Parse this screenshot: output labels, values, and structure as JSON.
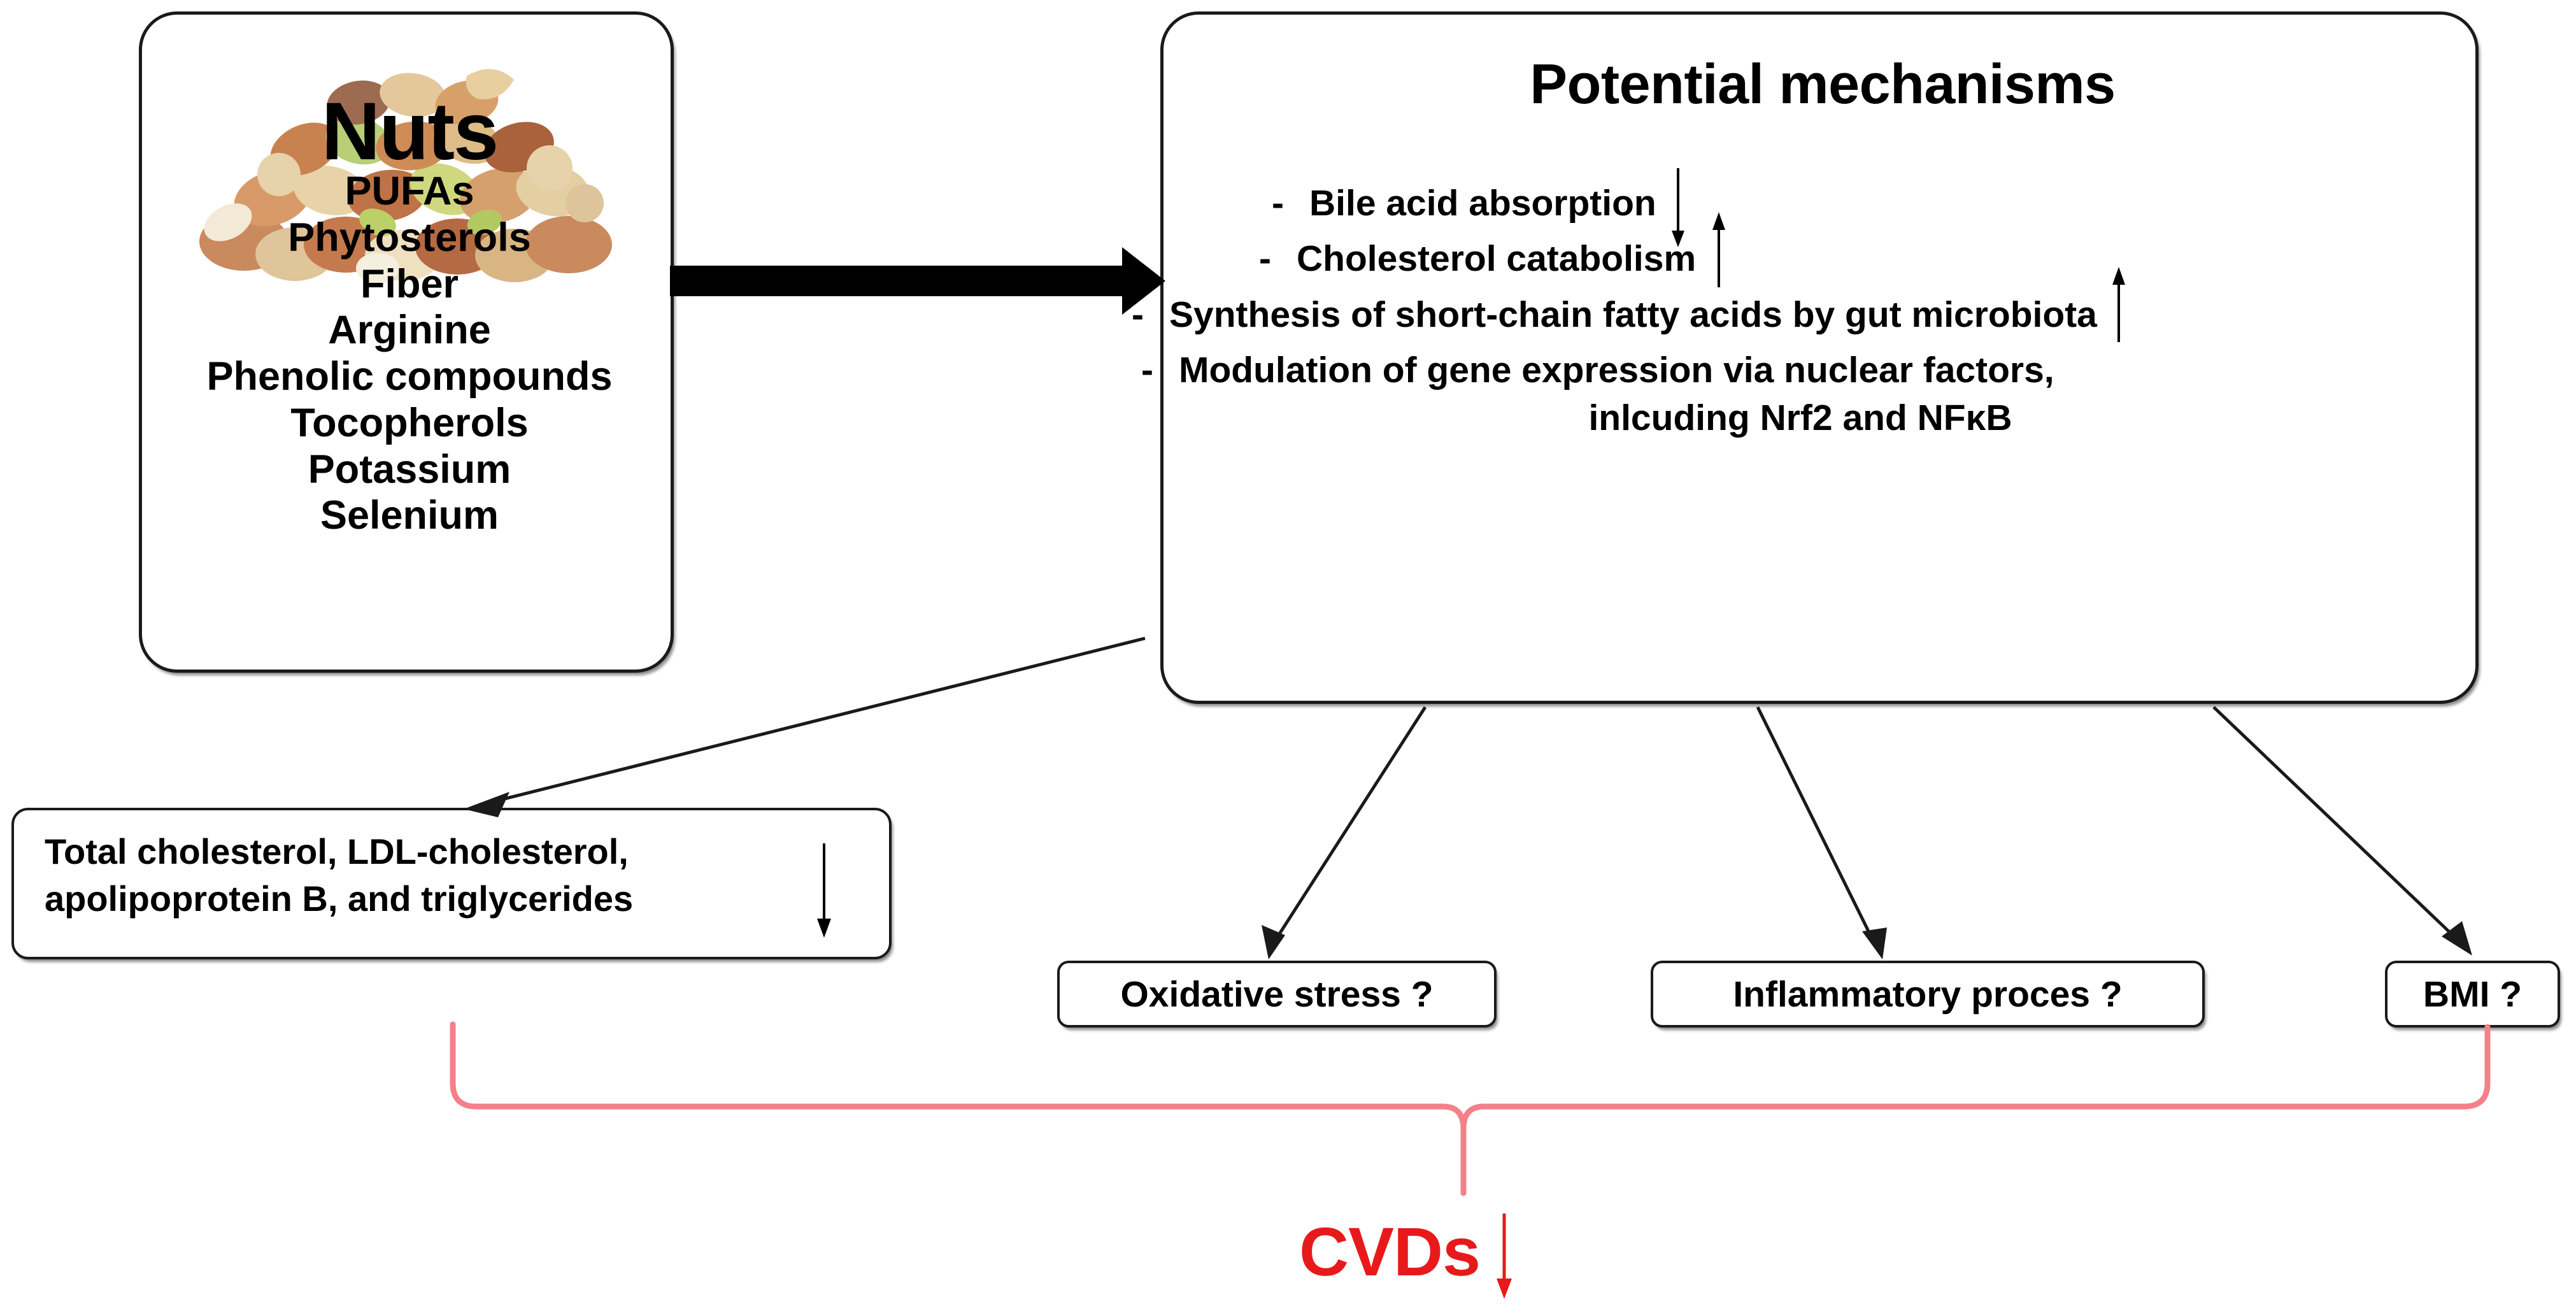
{
  "diagram": {
    "title": "Potential mechanisms of nuts in cardiovascular disease risk reduction",
    "accent_red": "#E8191B",
    "brace_red": "#F4808A",
    "line_black": "#1a1a1a"
  },
  "nuts_box": {
    "image_name": "mixed-nuts-photo",
    "heading": "Nuts",
    "components": [
      "PUFAs",
      "Phytosterols",
      "Fiber",
      "Arginine",
      "Phenolic compounds",
      "Tocopherols",
      "Potassium",
      "Selenium"
    ]
  },
  "mechanisms_box": {
    "title": "Potential mechanisms",
    "bullet_marker": "-",
    "items": [
      {
        "text": "Bile acid absorption",
        "arrow": "down",
        "arrow_glyph": "↓"
      },
      {
        "text": "Cholesterol catabolism",
        "arrow": "up",
        "arrow_glyph": "↑"
      },
      {
        "text": "Synthesis of short-chain fatty acids by gut microbiota",
        "arrow": "up",
        "arrow_glyph": "↑"
      },
      {
        "text": "Modulation of gene expression via nuclear factors,",
        "text_line2": "inlcuding Nrf2 and NFκB",
        "arrow": "none",
        "arrow_glyph": ""
      }
    ]
  },
  "lipid_outcome_box": {
    "line1": "Total cholesterol, LDL-cholesterol,",
    "line2": "apolipoprotein B, and triglycerides",
    "arrow": "down",
    "arrow_glyph": "↓"
  },
  "question_boxes": [
    {
      "id": "oxidative-stress",
      "label": "Oxidative stress ?"
    },
    {
      "id": "inflammatory-process",
      "label": "Inflammatory proces ?"
    },
    {
      "id": "bmi",
      "label": "BMI ?"
    }
  ],
  "outcome": {
    "label": "CVDs",
    "arrow": "down",
    "arrow_glyph": "↓",
    "color": "#E8191B"
  },
  "connectors": [
    {
      "id": "nuts-to-mechanisms",
      "style": "thick-black-arrow",
      "from": "nuts_box",
      "to": "mechanisms_box"
    },
    {
      "id": "mechanisms-to-lipids",
      "style": "thin-black-arrow",
      "from": "mechanisms_box",
      "to": "lipid_outcome_box"
    },
    {
      "id": "mechanisms-to-oxidative-stress",
      "style": "thin-black-arrow",
      "from": "mechanisms_box",
      "to": "oxidative-stress"
    },
    {
      "id": "mechanisms-to-inflammatory-process",
      "style": "thin-black-arrow",
      "from": "mechanisms_box",
      "to": "inflammatory-process"
    },
    {
      "id": "mechanisms-to-bmi",
      "style": "thin-black-arrow",
      "from": "mechanisms_box",
      "to": "bmi"
    },
    {
      "id": "outcomes-brace-to-cvds",
      "style": "red-brace",
      "from": "lipid_outcome_box+question_boxes",
      "to": "outcome"
    }
  ]
}
